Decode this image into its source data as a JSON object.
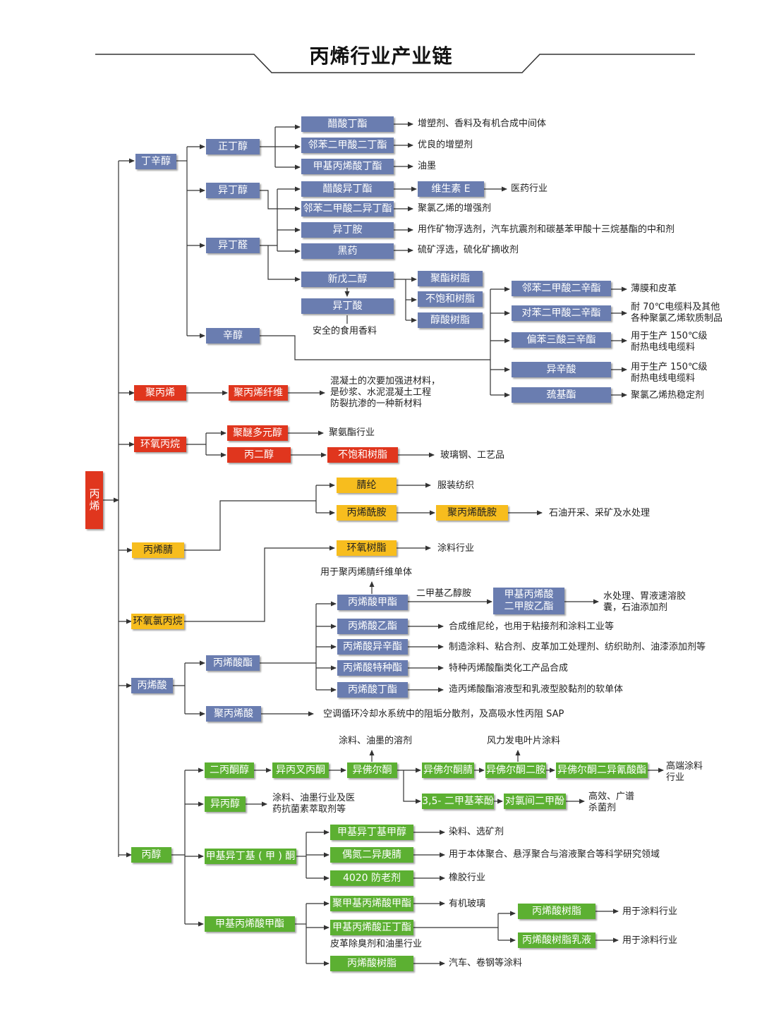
{
  "title": "丙烯行业产业链",
  "colors": {
    "blue": "#6a7db0",
    "red": "#e0361e",
    "yellow": "#f7bd1e",
    "green": "#5cb032",
    "line": "#333333"
  },
  "root": "丙烯",
  "level1": {
    "dingxinchun": "丁辛醇",
    "jubingxi": "聚丙烯",
    "huanyangbingwan": "环氧丙烷",
    "bingxijing": "丙烯腈",
    "huanyanglvbingwan": "环氧氯丙烷",
    "bingxisuan": "丙烯酸",
    "bingtong": "丙醇"
  },
  "nodes": {
    "zhengdingchun": "正丁醇",
    "yidingchun": "异丁醇",
    "yidingquan": "异丁醛",
    "xinchun": "辛醇",
    "cusuandingzhi": "醋酸丁酯",
    "linbenerjiasuanerdingzhi": "邻苯二甲酸二丁酯",
    "jiajibingxisuandingzhi": "甲基丙烯酸丁酯",
    "cusuanyidingzhi": "醋酸异丁酯",
    "linbenerjiasuanyerdingzhi": "邻苯二甲酸二异丁酯",
    "yidingan": "异丁胺",
    "heiyao": "黑药",
    "weishengsue": "维生素 E",
    "xinwuerchun": "新戊二醇",
    "yidingsuan": "异丁酸",
    "juzhishuzhi": "聚酯树脂",
    "buboheshuzhi": "不饱和树脂",
    "chunsuanshuzhi": "醇酸树脂",
    "linbenerjiasuanerxinzhi": "邻苯二甲酸二辛酯",
    "duibenerjiasuanerxinzhi": "对苯二甲酸二辛酯",
    "pianbensansuansanxinzhi": "偏苯三酸三辛酯",
    "yixinsuan": "异辛酸",
    "liujizhi": "巯基酯",
    "jubingxixianwei": "聚丙烯纤维",
    "jumiduoyuanchun": "聚醚多元醇",
    "bingerchun": "丙二醇",
    "buboheshuzhi2": "不饱和树脂",
    "jinglun": "腈纶",
    "bingxisuanan": "丙烯酰胺",
    "jubingxixianan": "聚丙烯酰胺",
    "huanyangshuzhi": "环氧树脂",
    "bingxisuanjiazhi": "丙烯酸甲酯",
    "jiajibingxisuanerjiaanyizhi": "甲基丙烯酸二甲胺乙酯",
    "bingxisuanyizhi": "丙烯酸乙酯",
    "bingxisuanyixinzhi": "丙烯酸异辛酯",
    "bingxisuantezhongzhi": "丙烯酸特种酯",
    "bingxisuandingzhi": "丙烯酸丁酯",
    "bingxisuanzhi": "丙烯酸酯",
    "jubingxisuan": "聚丙烯酸",
    "erbingtongchun": "二丙酮醇",
    "yibingchabingtong": "异丙叉丙酮",
    "yifoertong": "异佛尔酮",
    "yifoertongjing": "异佛尔酮腈",
    "yifoertongeran": "异佛尔酮二胺",
    "yifoertongeryiqingsuanzhi": "异佛尔酮二异氰酸酯",
    "sanwuerjiajibenfen": "3,5- 二甲基苯酚",
    "duilvjianerjiafen": "对氯间二甲酚",
    "yibingchun": "异丙醇",
    "jiajiyidingjitong": "甲基异丁基 ( 甲 ) 酮",
    "jiajiyidingjijiachun": "甲基异丁基甲醇",
    "ouyanyigengjing": "偶氮二异庚腈",
    "fanglaoji4020": "4020 防老剂",
    "jiajibingxisuanjiazhi": "甲基丙烯酸甲酯",
    "jujiajibingxisuanjiazhi": "聚甲基丙烯酸甲酯",
    "jiajibingxisuanzhengdingzhi": "甲基丙烯酸正丁酯",
    "bingxisuanshuzhi": "丙烯酸树脂",
    "bingxisuanshuzhi2": "丙烯酸树脂",
    "bingxisuanshuzhiruye": "丙烯酸树脂乳液"
  },
  "notes": {
    "n1": "增塑剂、香料及有机合成中间体",
    "n2": "优良的增塑剂",
    "n3": "油墨",
    "n4": "医药行业",
    "n5": "聚氯乙烯的增强剂",
    "n6": "用作矿物浮选剂，汽车抗震剂和碳基苯甲酸十三烷基酯的中和剂",
    "n7": "硫矿浮选，硫化矿摘收剂",
    "n8": "安全的食用香料",
    "n9": "薄膜和皮革",
    "n10": "耐 70℃电缆料及其他\n各种聚氯乙烯软质制品",
    "n11": "用于生产 150℃级\n耐热电线电缆料",
    "n12": "用于生产 150℃级\n耐热电线电缆料",
    "n13": "聚氯乙烯热稳定剂",
    "n14": "混凝土的次要加强进材料，\n是砂浆、水泥混凝土工程\n防裂抗渗的一种新材料",
    "n15": "聚氨酯行业",
    "n16": "玻璃钢、工艺品",
    "n17": "服装纺织",
    "n18": "石油开采、采矿及水处理",
    "n19": "涂料行业",
    "n20": "用于聚丙烯腈纤维单体",
    "n21": "二甲基乙醇胺",
    "n22": "水处理、胃液速溶胶\n囊，石油添加剂",
    "n23": "合成维尼纶，也用于粘接剂和涂料工业等",
    "n24": "制造涂料、粘合剂、皮革加工处理剂、纺织助剂、油漆添加剂等",
    "n25": "特种丙烯酸酯类化工产品合成",
    "n26": "造丙烯酸酯溶液型和乳液型胶黏剂的软单体",
    "n27": "空调循环冷却水系统中的阻垢分散剂，及高吸水性丙阻 SAP",
    "n28": "涂料、油墨的溶剂",
    "n29": "风力发电叶片涂料",
    "n30": "高端涂料\n行业",
    "n31": "涂料、油墨行业及医\n药抗菌素萃取剂等",
    "n32": "高效、广谱\n杀菌剂",
    "n33": "染料、选矿剂",
    "n34": "用于本体聚合、悬浮聚合与溶液聚合等科学研究领域",
    "n35": "橡胶行业",
    "n36": "有机玻璃",
    "n37": "皮革除臭剂和油墨行业",
    "n38": "汽车、卷钢等涂料",
    "n39": "用于涂料行业",
    "n40": "用于涂料行业"
  }
}
